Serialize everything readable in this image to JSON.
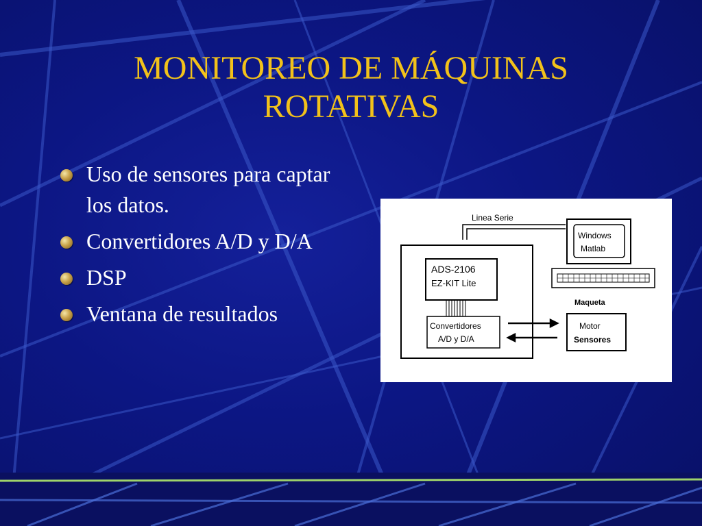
{
  "title": {
    "line1": "MONITOREO DE MÁQUINAS",
    "line2": "ROTATIVAS"
  },
  "bullets": [
    {
      "text": "Uso de sensores para captar los datos."
    },
    {
      "text": "Convertidores A/D y D/A"
    },
    {
      "text": "DSP"
    },
    {
      "text": "Ventana de resultados"
    }
  ],
  "diagram": {
    "serial_line_label": "Linea Serie",
    "pc_line1": "Windows",
    "pc_line2": "Matlab",
    "maqueta_label": "Maqueta",
    "board_line1": "ADS-2106",
    "board_line2": "EZ-KIT Lite",
    "converters_line1": "Convertidores",
    "converters_line2": "A/D y D/A",
    "motor_label": "Motor",
    "sensors_label": "Sensores"
  },
  "colors": {
    "background": "#0c1683",
    "title": "#f2c21a",
    "text": "#ffffff",
    "accent_line": "#9fd36a"
  }
}
